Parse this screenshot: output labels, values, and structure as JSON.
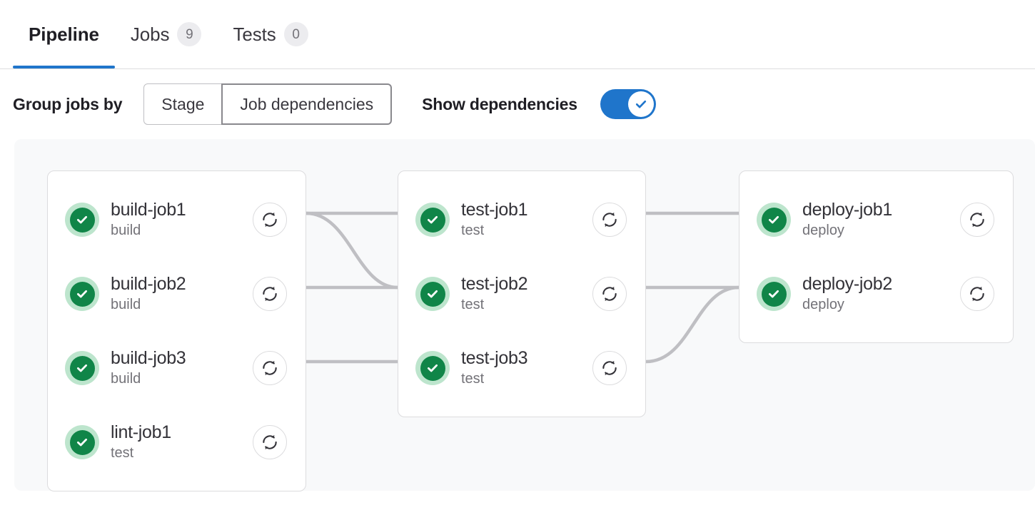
{
  "tabs": [
    {
      "label": "Pipeline",
      "badge": null,
      "active": true,
      "name": "tab-pipeline"
    },
    {
      "label": "Jobs",
      "badge": "9",
      "active": false,
      "name": "tab-jobs"
    },
    {
      "label": "Tests",
      "badge": "0",
      "active": false,
      "name": "tab-tests"
    }
  ],
  "controls": {
    "group_by_label": "Group jobs by",
    "segments": [
      {
        "label": "Stage",
        "selected": false
      },
      {
        "label": "Job dependencies",
        "selected": true
      }
    ],
    "show_dependencies_label": "Show dependencies",
    "show_dependencies_on": true,
    "toggle_icon": "check-icon"
  },
  "graph": {
    "columns": [
      {
        "name": "build-column",
        "jobs": [
          {
            "name": "build-job1",
            "stage": "build",
            "status": "success",
            "status_icon": "check-circle-icon",
            "action_icon": "retry-icon"
          },
          {
            "name": "build-job2",
            "stage": "build",
            "status": "success",
            "status_icon": "check-circle-icon",
            "action_icon": "retry-icon"
          },
          {
            "name": "build-job3",
            "stage": "build",
            "status": "success",
            "status_icon": "check-circle-icon",
            "action_icon": "retry-icon"
          },
          {
            "name": "lint-job1",
            "stage": "test",
            "status": "success",
            "status_icon": "check-circle-icon",
            "action_icon": "retry-icon"
          }
        ]
      },
      {
        "name": "test-column",
        "jobs": [
          {
            "name": "test-job1",
            "stage": "test",
            "status": "success",
            "status_icon": "check-circle-icon",
            "action_icon": "retry-icon"
          },
          {
            "name": "test-job2",
            "stage": "test",
            "status": "success",
            "status_icon": "check-circle-icon",
            "action_icon": "retry-icon"
          },
          {
            "name": "test-job3",
            "stage": "test",
            "status": "success",
            "status_icon": "check-circle-icon",
            "action_icon": "retry-icon"
          }
        ]
      },
      {
        "name": "deploy-column",
        "jobs": [
          {
            "name": "deploy-job1",
            "stage": "deploy",
            "status": "success",
            "status_icon": "check-circle-icon",
            "action_icon": "retry-icon"
          },
          {
            "name": "deploy-job2",
            "stage": "deploy",
            "status": "success",
            "status_icon": "check-circle-icon",
            "action_icon": "retry-icon"
          }
        ]
      }
    ],
    "links": [
      {
        "from": "build-job1",
        "to": "test-job1"
      },
      {
        "from": "build-job1",
        "to": "test-job2"
      },
      {
        "from": "build-job2",
        "to": "test-job2"
      },
      {
        "from": "build-job3",
        "to": "test-job3"
      },
      {
        "from": "test-job1",
        "to": "deploy-job1"
      },
      {
        "from": "test-job2",
        "to": "deploy-job2"
      },
      {
        "from": "test-job3",
        "to": "deploy-job2"
      }
    ]
  },
  "colors": {
    "accent_blue": "#1f75cb",
    "success_green": "#108548",
    "success_green_halo": "#bde5cd",
    "link_gray": "#bfbfc3",
    "graph_bg": "#f8f9fa",
    "border_gray": "#dcdcde",
    "muted_text": "#737278"
  }
}
